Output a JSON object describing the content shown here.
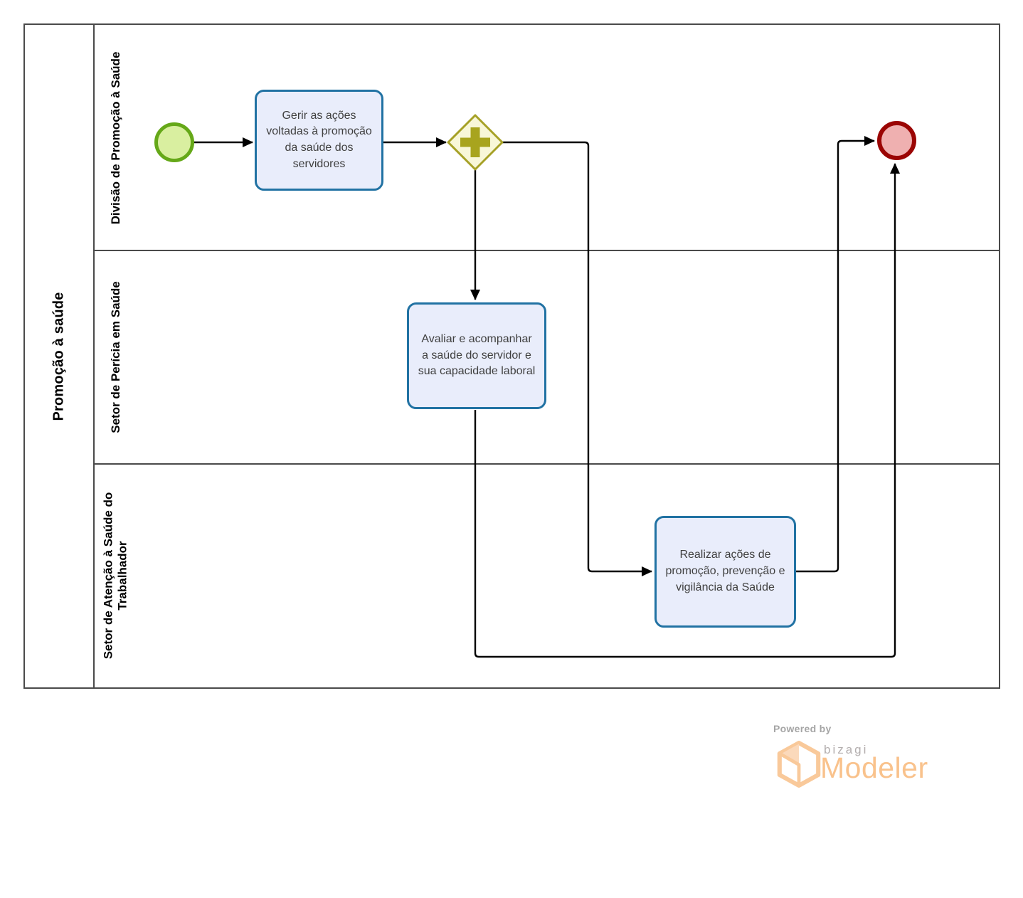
{
  "pool": {
    "title": "Promoção à saúde",
    "lanes": [
      {
        "label": "Divisão de Promoção à Saúde"
      },
      {
        "label": "Setor de Perícia em Saúde"
      },
      {
        "label": "Setor de Atenção à Saúde do Trabalhador"
      }
    ]
  },
  "tasks": [
    {
      "label": "Gerir as ações voltadas à promoção da saúde dos servidores"
    },
    {
      "label": "Avaliar e acompanhar a saúde do servidor e sua capacidade laboral"
    },
    {
      "label": "Realizar ações de promoção, prevenção e vigilância da Saúde"
    }
  ],
  "events": {
    "start": "start-event",
    "end": "end-event",
    "gateway": "parallel-gateway"
  },
  "footer": {
    "powered_by": "Powered by",
    "brand": "bizagi",
    "product": "Modeler"
  },
  "colors": {
    "pool_border": "#4a4a4a",
    "task_fill": "#e9edfb",
    "task_border": "#2172a3",
    "start_fill": "#d9efa0",
    "start_border": "#65a818",
    "gateway_fill": "#f8f7d8",
    "gateway_border": "#a6a127",
    "end_fill": "#efb0b0",
    "end_border": "#9b0504",
    "flow_line": "#000000",
    "brand_orange": "#f9c28c"
  }
}
